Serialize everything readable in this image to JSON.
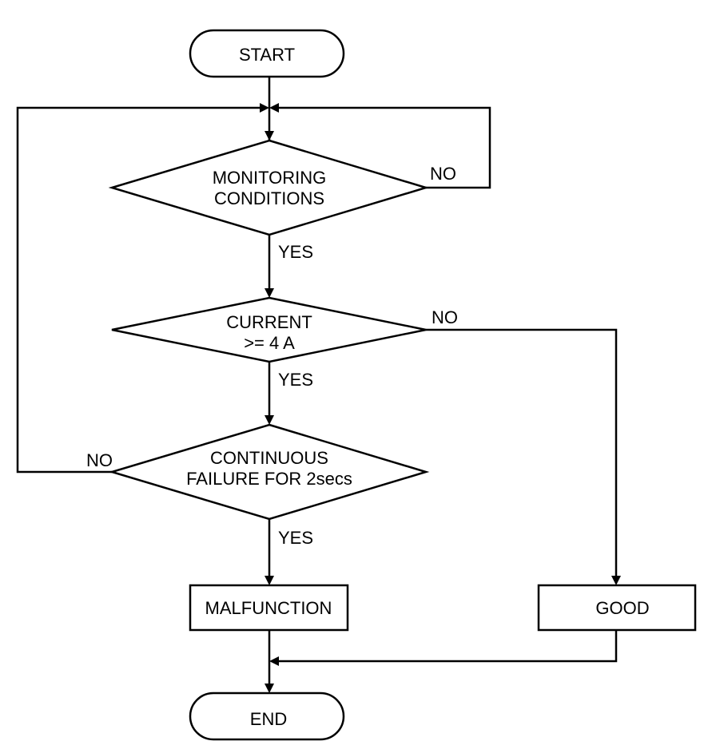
{
  "flowchart": {
    "start_label": "START",
    "end_label": "END",
    "decision_monitoring": {
      "line1": "MONITORING",
      "line2": "CONDITIONS"
    },
    "decision_current": {
      "line1": "CURRENT",
      "line2": ">= 4 A"
    },
    "decision_continuous": {
      "line1": "CONTINUOUS",
      "line2": "FAILURE FOR 2secs"
    },
    "malfunction_label": "MALFUNCTION",
    "good_label": "GOOD",
    "edges": {
      "monitoring_yes": "YES",
      "monitoring_no": "NO",
      "current_yes": "YES",
      "current_no": "NO",
      "continuous_yes": "YES",
      "continuous_no": "NO"
    }
  }
}
